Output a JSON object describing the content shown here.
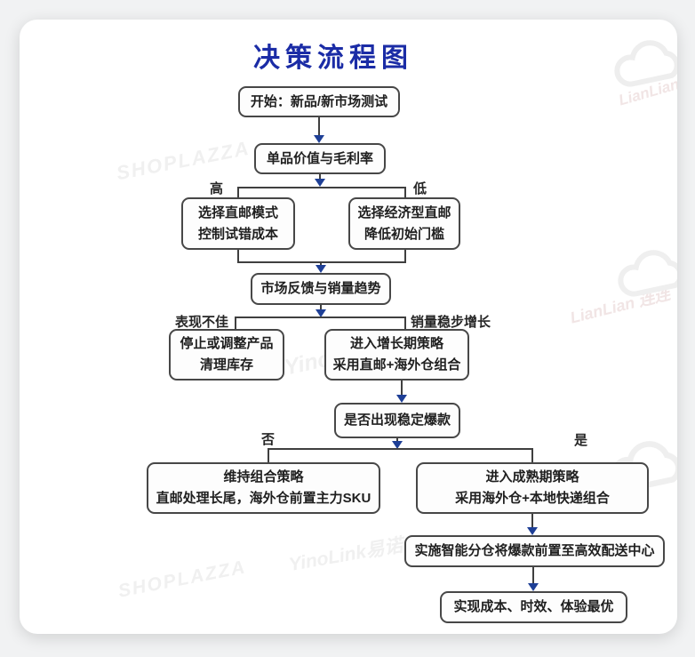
{
  "page": {
    "title": "决策流程图"
  },
  "flowchart": {
    "nodes": {
      "start": {
        "line1": "开始：新品/新市场测试"
      },
      "unit_value": {
        "line1": "单品价值与毛利率"
      },
      "direct_mail": {
        "line1": "选择直邮模式",
        "line2": "控制试错成本"
      },
      "economy_mail": {
        "line1": "选择经济型直邮",
        "line2": "降低初始门槛"
      },
      "feedback": {
        "line1": "市场反馈与销量趋势"
      },
      "stop_adjust": {
        "line1": "停止或调整产品",
        "line2": "清理库存"
      },
      "growth": {
        "line1": "进入增长期策略",
        "line2": "采用直邮+海外仓组合"
      },
      "hit_check": {
        "line1": "是否出现稳定爆款"
      },
      "maintain": {
        "line1": "维持组合策略",
        "line2": "直邮处理长尾，海外仓前置主力SKU"
      },
      "mature": {
        "line1": "进入成熟期策略",
        "line2": "采用海外仓+本地快递组合"
      },
      "smart_split": {
        "line1": "实施智能分仓将爆款前置至高效配送中心"
      },
      "optimal": {
        "line1": "实现成本、时效、体验最优"
      }
    },
    "branch_labels": {
      "high": "高",
      "low": "低",
      "poor": "表现不佳",
      "steady": "销量稳步增长",
      "no": "否",
      "yes": "是"
    }
  },
  "watermarks": {
    "shoplazza": "SHOPLAZZA",
    "yinolink": "YinoLink易诺",
    "lianlian": "LianLian 连连"
  },
  "colors": {
    "title_blue": "#1b2ca6",
    "arrowhead_blue": "#1e3f96",
    "connector_gray": "#3f3f3f",
    "node_border": "#474747"
  }
}
